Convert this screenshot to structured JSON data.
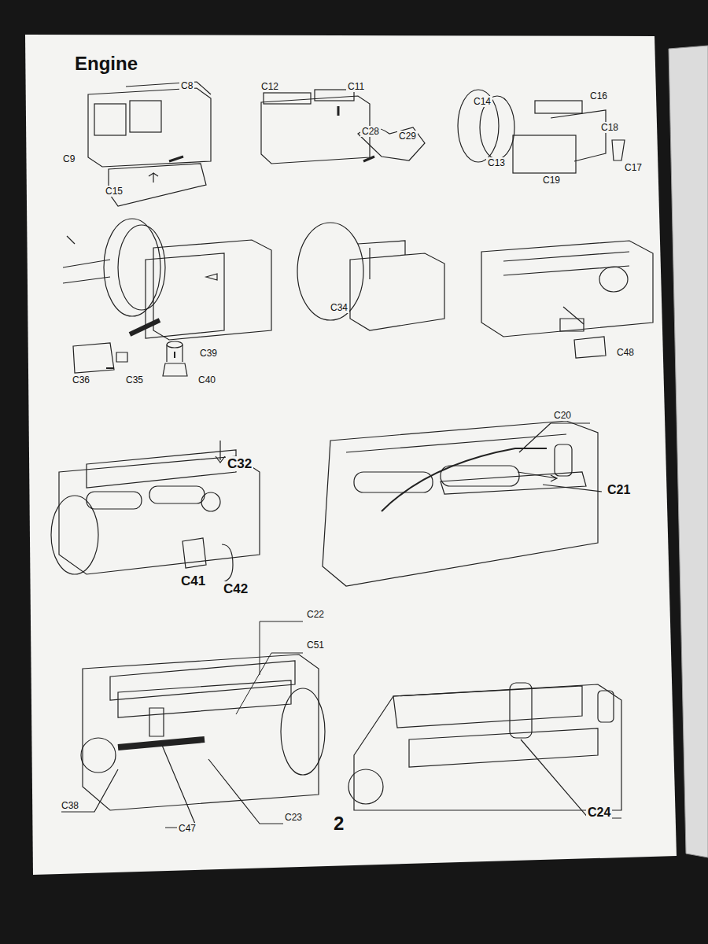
{
  "diagram": {
    "title": "Engine",
    "labels": [
      "C8",
      "C9",
      "C15",
      "C12",
      "C11",
      "C28",
      "C29",
      "C14",
      "C16",
      "C13",
      "C18",
      "C19",
      "C17",
      "C39",
      "C36",
      "C35",
      "C40",
      "C34",
      "C48",
      "C32",
      "C41",
      "C42",
      "C20",
      "C21",
      "C22",
      "C51",
      "C38",
      "C47",
      "C23",
      "C24",
      "2"
    ]
  }
}
